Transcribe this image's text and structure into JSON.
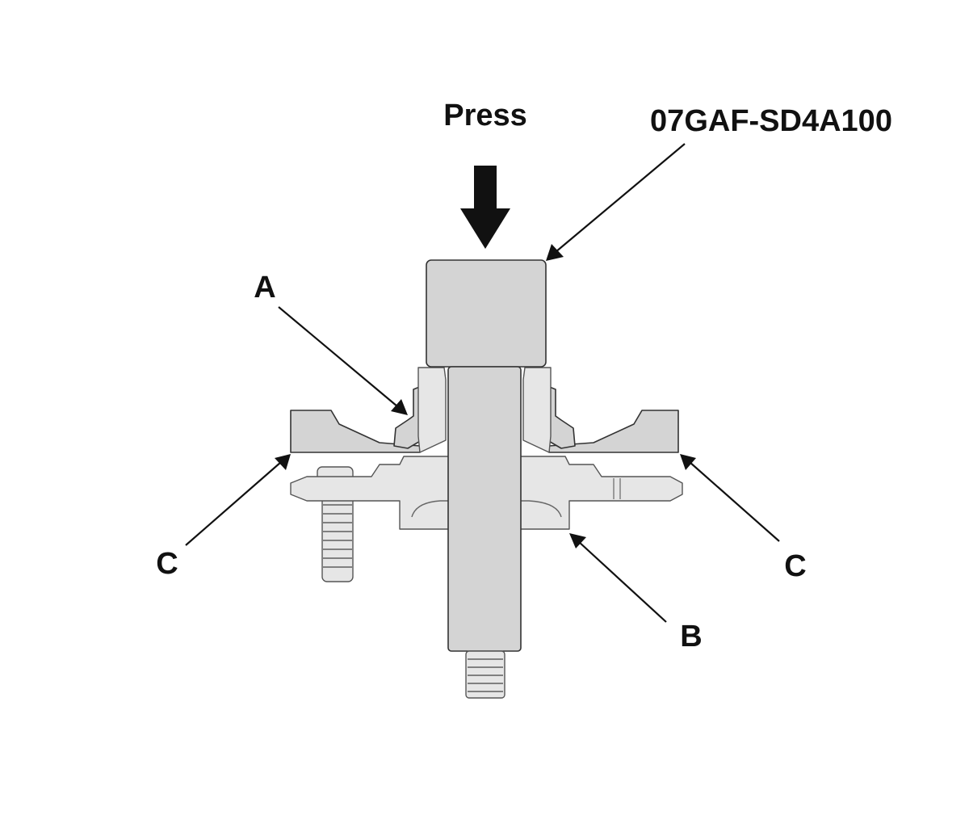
{
  "labels": {
    "press": "Press",
    "tool": "07GAF-SD4A100",
    "a": "A",
    "b": "B",
    "c_left": "C",
    "c_right": "C"
  },
  "colors": {
    "part_fill": "#d4d4d4",
    "outline": "#333333",
    "text": "#111111",
    "background": "#ffffff"
  },
  "icons": {
    "press_arrow": "down-arrow-icon"
  }
}
